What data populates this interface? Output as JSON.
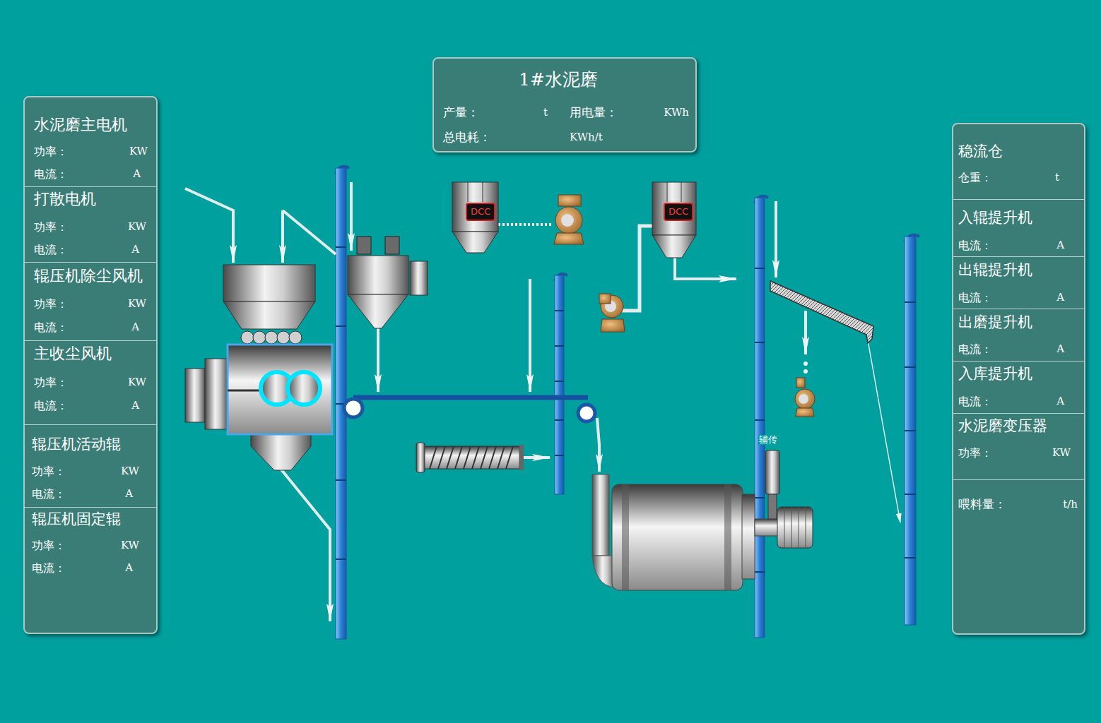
{
  "diagram": {
    "nodes": [
      {
        "text": [
          "1#水泥磨",
          "产量：",
          "t",
          "用电量：",
          "KWh",
          "总电耗：",
          "KWh/t"
        ]
      },
      {
        "text": [
          "水泥磨主电机",
          "功率：",
          "KW",
          "电流：",
          "A"
        ]
      },
      {
        "text": [
          "打散电机",
          "功率：",
          "KW",
          "电流：",
          "A"
        ]
      },
      {
        "text": [
          "辊压机除尘风机",
          "功率：",
          "KW",
          "电流：",
          "A"
        ]
      },
      {
        "text": [
          "主收尘风机",
          "功率：",
          "KW",
          "电流：",
          "A"
        ]
      },
      {
        "text": [
          "辊压机活动辊",
          "功率：",
          "KW",
          "电流：",
          "A"
        ]
      },
      {
        "text": [
          "辊压机固定辊",
          "功率：",
          "KW",
          "电流：",
          "A"
        ]
      },
      {
        "text": [
          "稳流仓",
          "仓重：",
          "t"
        ]
      },
      {
        "text": [
          "入辊提升机",
          "电流：",
          "A"
        ]
      },
      {
        "text": [
          "出辊提升机",
          "电流：",
          "A"
        ]
      },
      {
        "text": [
          "出磨提升机",
          "电流：",
          "A"
        ]
      },
      {
        "text": [
          "入库提升机",
          "电流：",
          "A"
        ]
      },
      {
        "text": [
          "水泥磨变压器",
          "功率：",
          "KW"
        ]
      },
      {
        "text": [
          "喂料量：",
          "t/h"
        ]
      }
    ],
    "labels": [
      "DCC",
      "DCC",
      "辅传"
    ]
  }
}
